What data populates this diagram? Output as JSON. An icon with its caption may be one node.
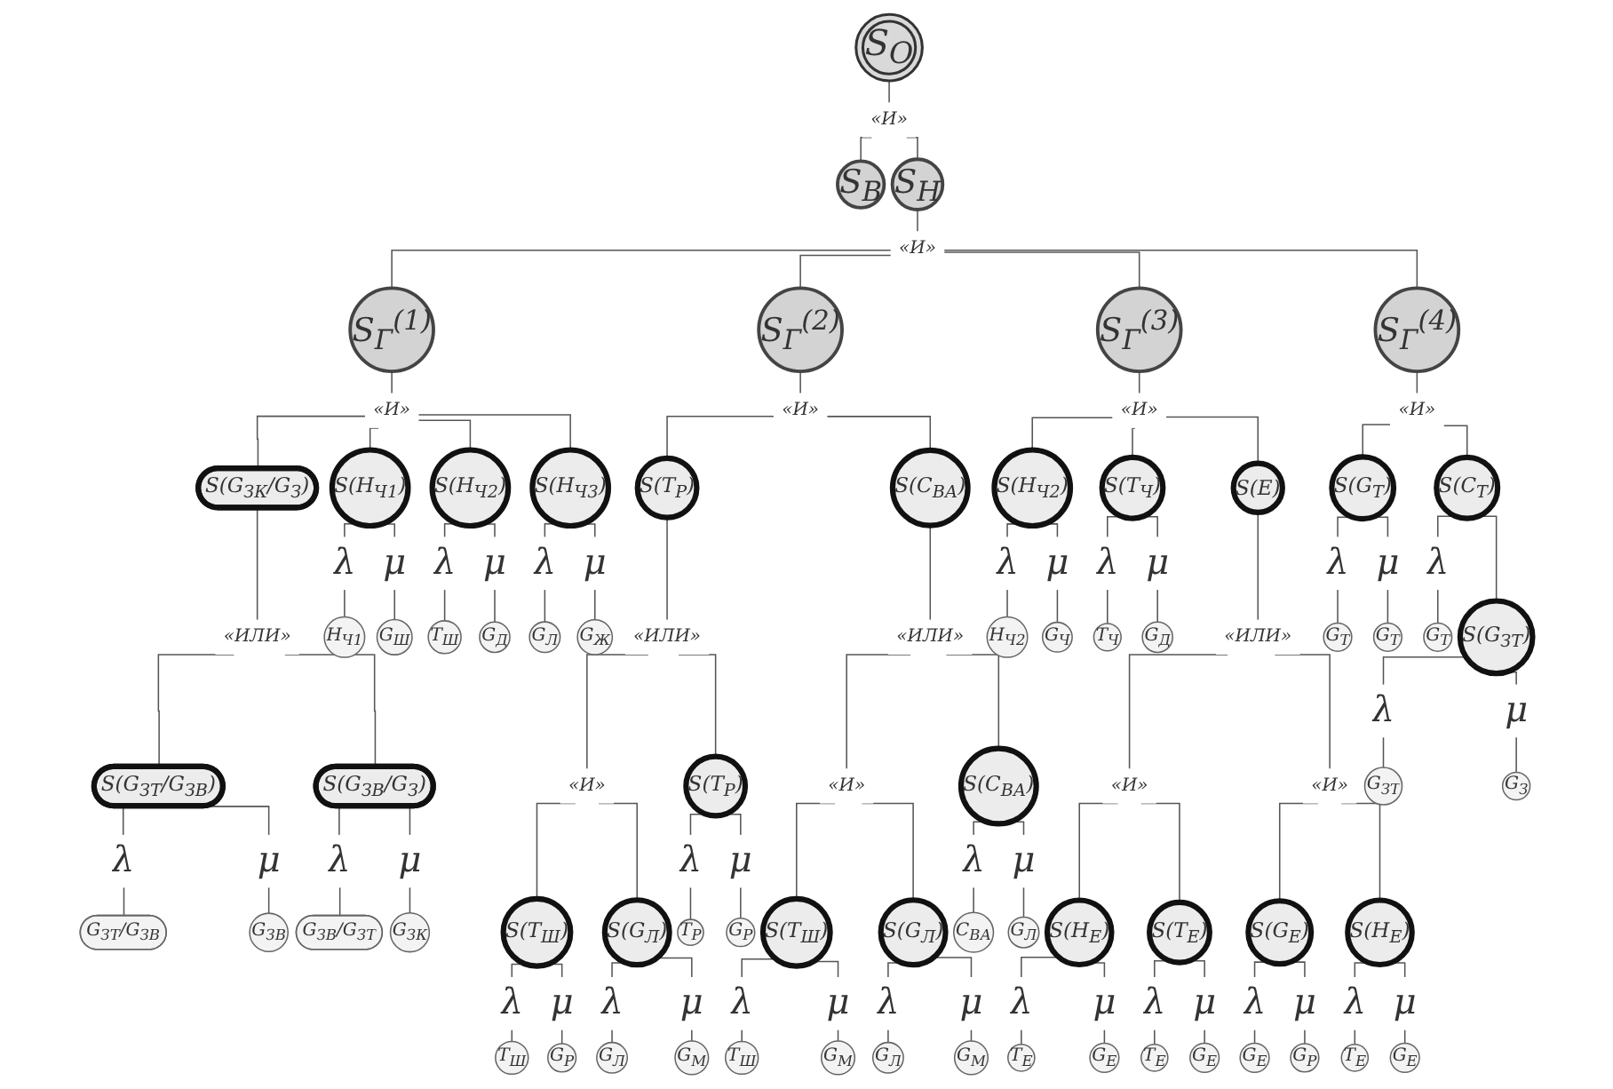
{
  "diagram": {
    "nodes": [
      {
        "text": [
          "S$_{О}$"
        ]
      },
      {
        "text": [
          "«И»"
        ]
      },
      {
        "text": [
          "S$_{В}$"
        ]
      },
      {
        "text": [
          "S$_{Н}$"
        ]
      },
      {
        "text": [
          "«И»"
        ]
      },
      {
        "text": [
          "S$_{Г}$$^{(1)}$"
        ]
      },
      {
        "text": [
          "S$_{Г}$$^{(2)}$"
        ]
      },
      {
        "text": [
          "S$_{Г}$$^{(3)}$"
        ]
      },
      {
        "text": [
          "S$_{Г}$$^{(4)}$"
        ]
      },
      {
        "text": [
          "«И»"
        ]
      },
      {
        "text": [
          "S(G$_{ЗК}$/G$_{З}$)"
        ]
      },
      {
        "text": [
          "S(H$_{Ч1}$)"
        ]
      },
      {
        "text": [
          "S(H$_{Ч2}$)"
        ]
      },
      {
        "text": [
          "S(H$_{Ч3}$)"
        ]
      },
      {
        "text": [
          "«ИЛИ»"
        ]
      },
      {
        "text": [
          "S(G$_{ЗТ}$/G$_{ЗВ}$)"
        ]
      },
      {
        "text": [
          "S(G$_{ЗВ}$/G$_{З}$)"
        ]
      },
      {
        "text": [
          "G$_{ЗТ}$/G$_{ЗВ}$"
        ]
      },
      {
        "text": [
          "G$_{ЗВ}$"
        ]
      },
      {
        "text": [
          "G$_{ЗВ}$/G$_{ЗТ}$"
        ]
      },
      {
        "text": [
          "G$_{ЗК}$"
        ]
      },
      {
        "text": [
          "H$_{Ч1}$"
        ]
      },
      {
        "text": [
          "G$_{Ш}$"
        ]
      },
      {
        "text": [
          "T$_{Ш}$"
        ]
      },
      {
        "text": [
          "G$_{Д}$"
        ]
      },
      {
        "text": [
          "G$_{Л}$"
        ]
      },
      {
        "text": [
          "G$_{Ж}$"
        ]
      },
      {
        "text": [
          "«И»"
        ]
      },
      {
        "text": [
          "S(T$_{Р}$)"
        ]
      },
      {
        "text": [
          "S(C$_{ВА}$)"
        ]
      },
      {
        "text": [
          "«ИЛИ»"
        ]
      },
      {
        "text": [
          "«И»"
        ]
      },
      {
        "text": [
          "S(T$_{Р}$)"
        ]
      },
      {
        "text": [
          "S(T$_{Ш}$)"
        ]
      },
      {
        "text": [
          "S(G$_{Л}$)"
        ]
      },
      {
        "text": [
          "T$_{Ш}$"
        ]
      },
      {
        "text": [
          "G$_{Р}$"
        ]
      },
      {
        "text": [
          "G$_{Л}$"
        ]
      },
      {
        "text": [
          "G$_{М}$"
        ]
      },
      {
        "text": [
          "T$_{Р}$"
        ]
      },
      {
        "text": [
          "G$_{Р}$"
        ]
      },
      {
        "text": [
          "«ИЛИ»"
        ]
      },
      {
        "text": [
          "S(C$_{ВА}$)"
        ]
      },
      {
        "text": [
          "«И»"
        ]
      },
      {
        "text": [
          "S(T$_{Ш}$)"
        ]
      },
      {
        "text": [
          "S(G$_{Л}$)"
        ]
      },
      {
        "text": [
          "C$_{ВА}$"
        ]
      },
      {
        "text": [
          "G$_{Л}$"
        ]
      },
      {
        "text": [
          "T$_{Ш}$"
        ]
      },
      {
        "text": [
          "G$_{М}$"
        ]
      },
      {
        "text": [
          "G$_{Л}$"
        ]
      },
      {
        "text": [
          "G$_{М}$"
        ]
      },
      {
        "text": [
          "«И»"
        ]
      },
      {
        "text": [
          "S(H$_{Ч2}$)"
        ]
      },
      {
        "text": [
          "S(T$_{Ч}$)"
        ]
      },
      {
        "text": [
          "S(E)"
        ]
      },
      {
        "text": [
          "H$_{Ч2}$"
        ]
      },
      {
        "text": [
          "G$_{Ч}$"
        ]
      },
      {
        "text": [
          "T$_{Ч}$"
        ]
      },
      {
        "text": [
          "G$_{Д}$"
        ]
      },
      {
        "text": [
          "«ИЛИ»"
        ]
      },
      {
        "text": [
          "«И»"
        ]
      },
      {
        "text": [
          "«И»"
        ]
      },
      {
        "text": [
          "S(H$_{Е}$)"
        ]
      },
      {
        "text": [
          "S(T$_{Е}$)"
        ]
      },
      {
        "text": [
          "S(G$_{Е}$)"
        ]
      },
      {
        "text": [
          "S(H$_{Е}$)"
        ]
      },
      {
        "text": [
          "T$_{Е}$"
        ]
      },
      {
        "text": [
          "G$_{Е}$"
        ]
      },
      {
        "text": [
          "T$_{Е}$"
        ]
      },
      {
        "text": [
          "G$_{Е}$"
        ]
      },
      {
        "text": [
          "G$_{Е}$"
        ]
      },
      {
        "text": [
          "G$_{Р}$"
        ]
      },
      {
        "text": [
          "T$_{Е}$"
        ]
      },
      {
        "text": [
          "G$_{Е}$"
        ]
      },
      {
        "text": [
          "«И»"
        ]
      },
      {
        "text": [
          "S(G$_{Т}$)"
        ]
      },
      {
        "text": [
          "S(C$_{Т}$)"
        ]
      },
      {
        "text": [
          "G$_{Т}$"
        ]
      },
      {
        "text": [
          "G$_{Т}$"
        ]
      },
      {
        "text": [
          "G$_{Т}$"
        ]
      },
      {
        "text": [
          "S(G$_{ЗТ}$)"
        ]
      },
      {
        "text": [
          "G$_{ЗТ}$"
        ]
      },
      {
        "text": [
          "G$_{З}$"
        ]
      }
    ],
    "edges": [
      {
        "from": 0,
        "to": 1,
        "arrow": "none"
      },
      {
        "from": 1,
        "to": 2,
        "arrow": "none"
      },
      {
        "from": 1,
        "to": 3,
        "arrow": "none"
      },
      {
        "from": 3,
        "to": 4,
        "arrow": "none"
      },
      {
        "from": 4,
        "to": 5,
        "arrow": "none"
      },
      {
        "from": 4,
        "to": 6,
        "arrow": "none"
      },
      {
        "from": 4,
        "to": 7,
        "arrow": "none"
      },
      {
        "from": 4,
        "to": 8,
        "arrow": "none"
      },
      {
        "from": 5,
        "to": 9,
        "arrow": "none"
      },
      {
        "from": 9,
        "to": 10,
        "arrow": "none"
      },
      {
        "from": 9,
        "to": 11,
        "arrow": "none"
      },
      {
        "from": 9,
        "to": 12,
        "arrow": "none"
      },
      {
        "from": 9,
        "to": 13,
        "arrow": "none"
      },
      {
        "from": 10,
        "to": 14,
        "arrow": "none"
      },
      {
        "from": 14,
        "to": 15,
        "arrow": "none"
      },
      {
        "from": 14,
        "to": 16,
        "arrow": "none"
      },
      {
        "from": 15,
        "to": 17,
        "arrow": "none",
        "label": "λ"
      },
      {
        "from": 15,
        "to": 18,
        "arrow": "none",
        "label": "μ"
      },
      {
        "from": 16,
        "to": 19,
        "arrow": "none",
        "label": "λ"
      },
      {
        "from": 16,
        "to": 20,
        "arrow": "none",
        "label": "μ"
      },
      {
        "from": 11,
        "to": 21,
        "arrow": "none",
        "label": "λ"
      },
      {
        "from": 11,
        "to": 22,
        "arrow": "none",
        "label": "μ"
      },
      {
        "from": 12,
        "to": 23,
        "arrow": "none",
        "label": "λ"
      },
      {
        "from": 12,
        "to": 24,
        "arrow": "none",
        "label": "μ"
      },
      {
        "from": 13,
        "to": 25,
        "arrow": "none",
        "label": "λ"
      },
      {
        "from": 13,
        "to": 26,
        "arrow": "none",
        "label": "μ"
      },
      {
        "from": 6,
        "to": 27,
        "arrow": "none"
      },
      {
        "from": 27,
        "to": 28,
        "arrow": "none"
      },
      {
        "from": 27,
        "to": 29,
        "arrow": "none"
      },
      {
        "from": 28,
        "to": 30,
        "arrow": "none"
      },
      {
        "from": 30,
        "to": 31,
        "arrow": "none"
      },
      {
        "from": 30,
        "to": 32,
        "arrow": "none"
      },
      {
        "from": 31,
        "to": 33,
        "arrow": "none"
      },
      {
        "from": 31,
        "to": 34,
        "arrow": "none"
      },
      {
        "from": 33,
        "to": 35,
        "arrow": "none",
        "label": "λ"
      },
      {
        "from": 33,
        "to": 36,
        "arrow": "none",
        "label": "μ"
      },
      {
        "from": 34,
        "to": 37,
        "arrow": "none",
        "label": "λ"
      },
      {
        "from": 34,
        "to": 38,
        "arrow": "none",
        "label": "μ"
      },
      {
        "from": 32,
        "to": 39,
        "arrow": "none",
        "label": "λ"
      },
      {
        "from": 32,
        "to": 40,
        "arrow": "none",
        "label": "μ"
      },
      {
        "from": 29,
        "to": 41,
        "arrow": "none"
      },
      {
        "from": 41,
        "to": 42,
        "arrow": "none"
      },
      {
        "from": 41,
        "to": 43,
        "arrow": "none"
      },
      {
        "from": 43,
        "to": 44,
        "arrow": "none"
      },
      {
        "from": 43,
        "to": 45,
        "arrow": "none"
      },
      {
        "from": 42,
        "to": 46,
        "arrow": "none",
        "label": "λ"
      },
      {
        "from": 42,
        "to": 47,
        "arrow": "none",
        "label": "μ"
      },
      {
        "from": 44,
        "to": 48,
        "arrow": "none",
        "label": "λ"
      },
      {
        "from": 44,
        "to": 49,
        "arrow": "none",
        "label": "μ"
      },
      {
        "from": 45,
        "to": 50,
        "arrow": "none",
        "label": "λ"
      },
      {
        "from": 45,
        "to": 51,
        "arrow": "none",
        "label": "μ"
      },
      {
        "from": 7,
        "to": 52,
        "arrow": "none"
      },
      {
        "from": 52,
        "to": 53,
        "arrow": "none"
      },
      {
        "from": 52,
        "to": 54,
        "arrow": "none"
      },
      {
        "from": 52,
        "to": 55,
        "arrow": "none"
      },
      {
        "from": 53,
        "to": 56,
        "arrow": "none",
        "label": "λ"
      },
      {
        "from": 53,
        "to": 57,
        "arrow": "none",
        "label": "μ"
      },
      {
        "from": 54,
        "to": 58,
        "arrow": "none",
        "label": "λ"
      },
      {
        "from": 54,
        "to": 59,
        "arrow": "none",
        "label": "μ"
      },
      {
        "from": 55,
        "to": 60,
        "arrow": "none"
      },
      {
        "from": 60,
        "to": 61,
        "arrow": "none"
      },
      {
        "from": 60,
        "to": 62,
        "arrow": "none"
      },
      {
        "from": 61,
        "to": 63,
        "arrow": "none"
      },
      {
        "from": 61,
        "to": 64,
        "arrow": "none"
      },
      {
        "from": 62,
        "to": 65,
        "arrow": "none"
      },
      {
        "from": 62,
        "to": 66,
        "arrow": "none"
      },
      {
        "from": 63,
        "to": 67,
        "arrow": "none",
        "label": "λ"
      },
      {
        "from": 63,
        "to": 68,
        "arrow": "none",
        "label": "μ"
      },
      {
        "from": 64,
        "to": 69,
        "arrow": "none",
        "label": "λ"
      },
      {
        "from": 64,
        "to": 70,
        "arrow": "none",
        "label": "μ"
      },
      {
        "from": 65,
        "to": 71,
        "arrow": "none",
        "label": "λ"
      },
      {
        "from": 65,
        "to": 72,
        "arrow": "none",
        "label": "μ"
      },
      {
        "from": 66,
        "to": 73,
        "arrow": "none",
        "label": "λ"
      },
      {
        "from": 66,
        "to": 74,
        "arrow": "none",
        "label": "μ"
      },
      {
        "from": 8,
        "to": 75,
        "arrow": "none"
      },
      {
        "from": 75,
        "to": 76,
        "arrow": "none"
      },
      {
        "from": 75,
        "to": 77,
        "arrow": "none"
      },
      {
        "from": 76,
        "to": 78,
        "arrow": "none",
        "label": "λ"
      },
      {
        "from": 76,
        "to": 79,
        "arrow": "none",
        "label": "μ"
      },
      {
        "from": 77,
        "to": 80,
        "arrow": "none",
        "label": "λ"
      },
      {
        "from": 77,
        "to": 81,
        "arrow": "none"
      },
      {
        "from": 81,
        "to": 82,
        "arrow": "none",
        "label": "λ"
      },
      {
        "from": 81,
        "to": 83,
        "arrow": "none",
        "label": "μ"
      }
    ]
  }
}
